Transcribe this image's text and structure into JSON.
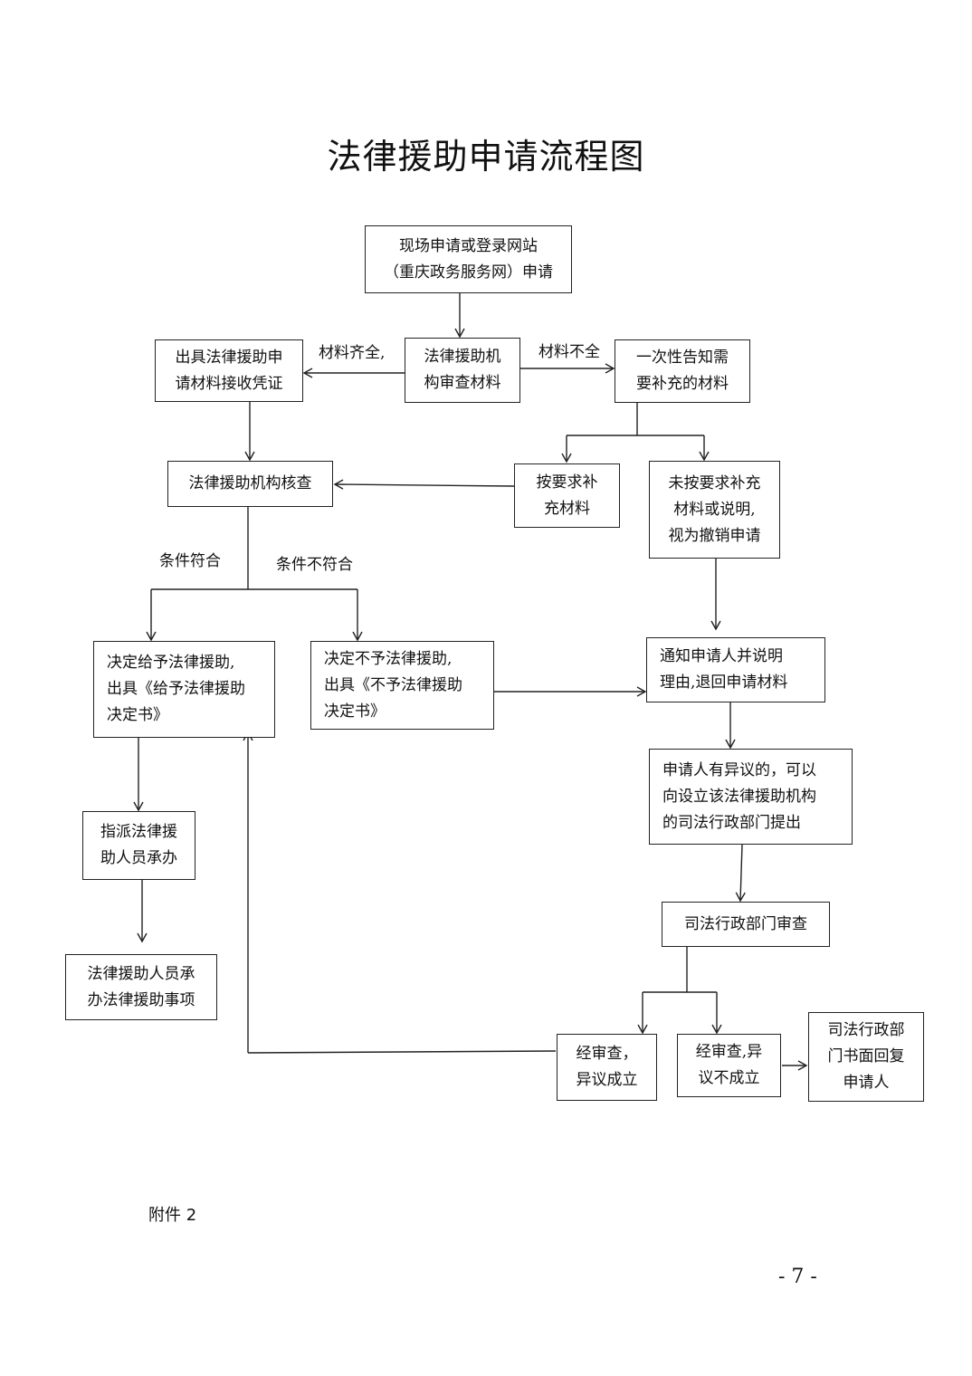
{
  "title": "法律援助申请流程图",
  "nodes": {
    "apply": "现场申请或登录网站\n（重庆政务服务网）申请",
    "review": "法律援助机\n构审查材料",
    "receipt": "出具法律援助申\n请材料接收凭证",
    "notify_supplement": "一次性告知需\n要补充的材料",
    "institution_check": "法律援助机构核查",
    "supplement_ok": "按要求补\n充材料",
    "supplement_fail": "未按要求补充\n材料或说明,\n视为撤销申请",
    "grant": "决定给予法律援助,\n出具《给予法律援助\n决定书》",
    "deny": "决定不予法律援助,\n出具《不予法律援助\n决定书》",
    "notify_applicant": "通知申请人并说明\n理由,退回申请材料",
    "objection": "申请人有异议的，可以\n向设立该法律援助机构\n的司法行政部门提出",
    "assign": "指派法律援\n助人员承办",
    "judicial_review": "司法行政部门审查",
    "handle": "法律援助人员承\n办法律援助事项",
    "objection_upheld": "经审查，\n异议成立",
    "objection_rejected": "经审查,异\n议不成立",
    "written_reply": "司法行政部\n门书面回复\n申请人"
  },
  "edge_labels": {
    "complete": "材料齐全,",
    "incomplete": "材料不全",
    "eligible": "条件符合",
    "ineligible": "条件不符合"
  },
  "footer": {
    "attachment": "附件 2",
    "page_number": "- 7 -"
  }
}
